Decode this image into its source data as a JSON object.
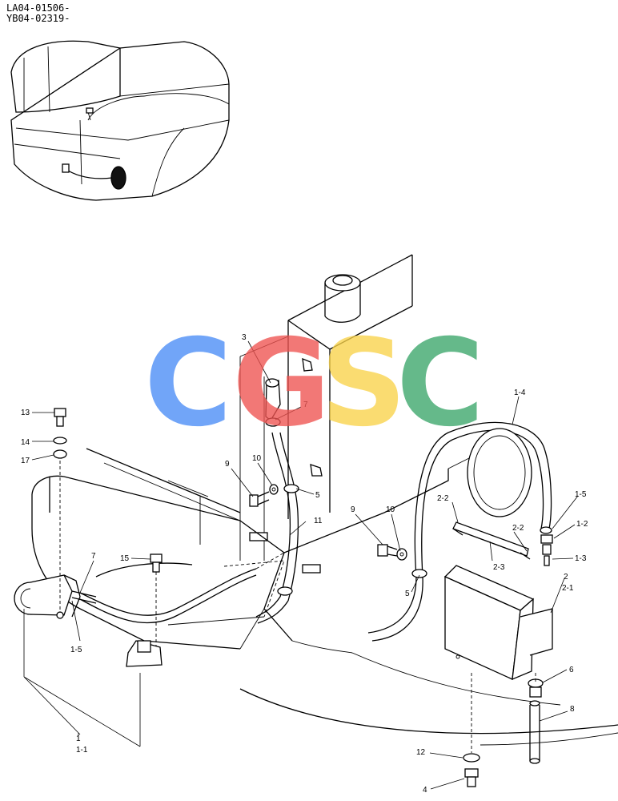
{
  "header": {
    "serial_line_1": "LA04-01506-",
    "serial_line_2": "YB04-02319-"
  },
  "watermark": {
    "letters": [
      "C",
      "G",
      "S",
      "C"
    ],
    "colors": [
      "#4a8cf7",
      "#ef5350",
      "#f9d34a",
      "#3aa66a"
    ]
  },
  "callouts": {
    "c1": "1",
    "c1_1": "1-1",
    "c1_2": "1-2",
    "c1_3": "1-3",
    "c1_4": "1-4",
    "c1_5a": "1-5",
    "c1_5b": "1-5",
    "c2": "2",
    "c2_1": "2-1",
    "c2_2a": "2-2",
    "c2_2b": "2-2",
    "c2_3": "2-3",
    "c3": "3",
    "c4": "4",
    "c5a": "5",
    "c5b": "5",
    "c6": "6",
    "c7a": "7",
    "c7b": "7",
    "c8": "8",
    "c9a": "9",
    "c9b": "9",
    "c10a": "10",
    "c10b": "10",
    "c11": "11",
    "c12": "12",
    "c13": "13",
    "c14": "14",
    "c15": "15",
    "c17": "17"
  }
}
